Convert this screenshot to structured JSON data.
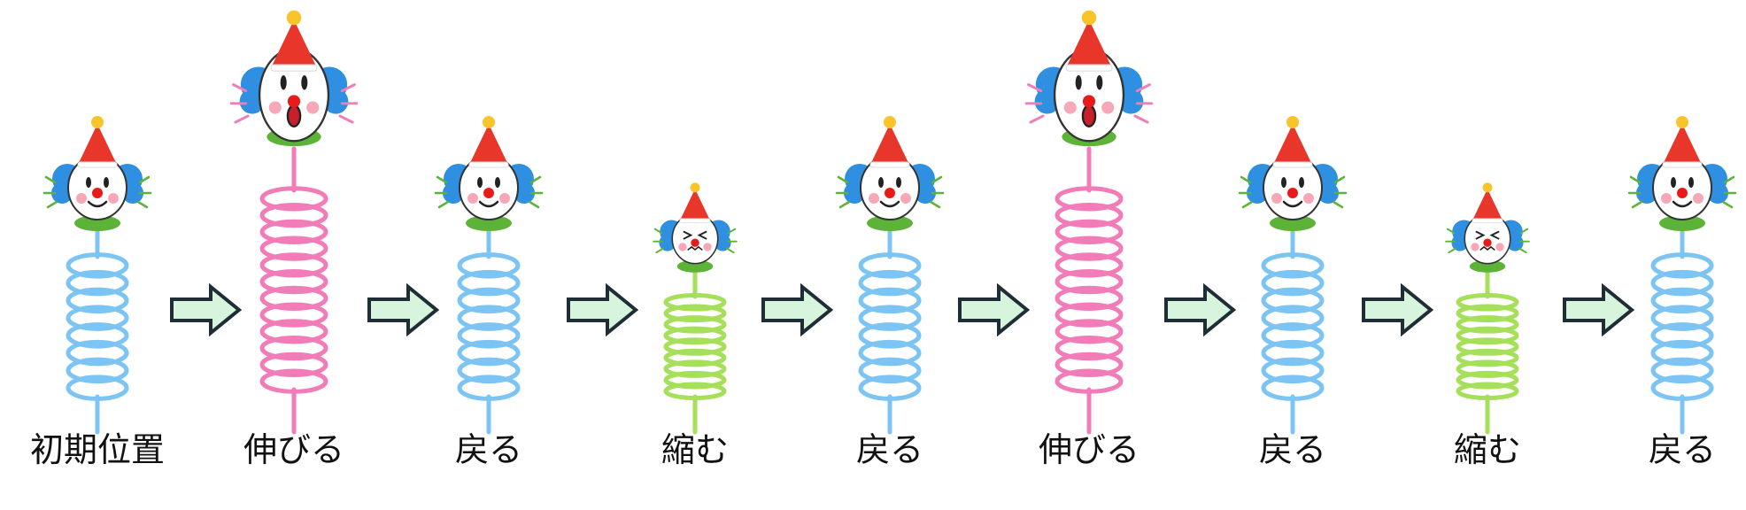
{
  "colors": {
    "normal_spring": "#7cc4f4",
    "stretched_spring": "#f27cb8",
    "compressed_spring": "#a6e05a",
    "arrow_fill": "#d6f5dc",
    "arrow_stroke": "#1f2d36",
    "clown_hat": "#e8362a",
    "clown_hair": "#2f8fe0",
    "clown_nose": "#e81b1b",
    "clown_collar": "#5cb338"
  },
  "steps": [
    {
      "label": "初期位置",
      "state": "normal"
    },
    {
      "label": "伸びる",
      "state": "stretched"
    },
    {
      "label": "戻る",
      "state": "normal"
    },
    {
      "label": "縮む",
      "state": "compressed"
    },
    {
      "label": "戻る",
      "state": "normal"
    },
    {
      "label": "伸びる",
      "state": "stretched"
    },
    {
      "label": "戻る",
      "state": "normal"
    },
    {
      "label": "縮む",
      "state": "compressed"
    },
    {
      "label": "戻る",
      "state": "normal"
    }
  ],
  "arrow_icon": "right-arrow-icon"
}
